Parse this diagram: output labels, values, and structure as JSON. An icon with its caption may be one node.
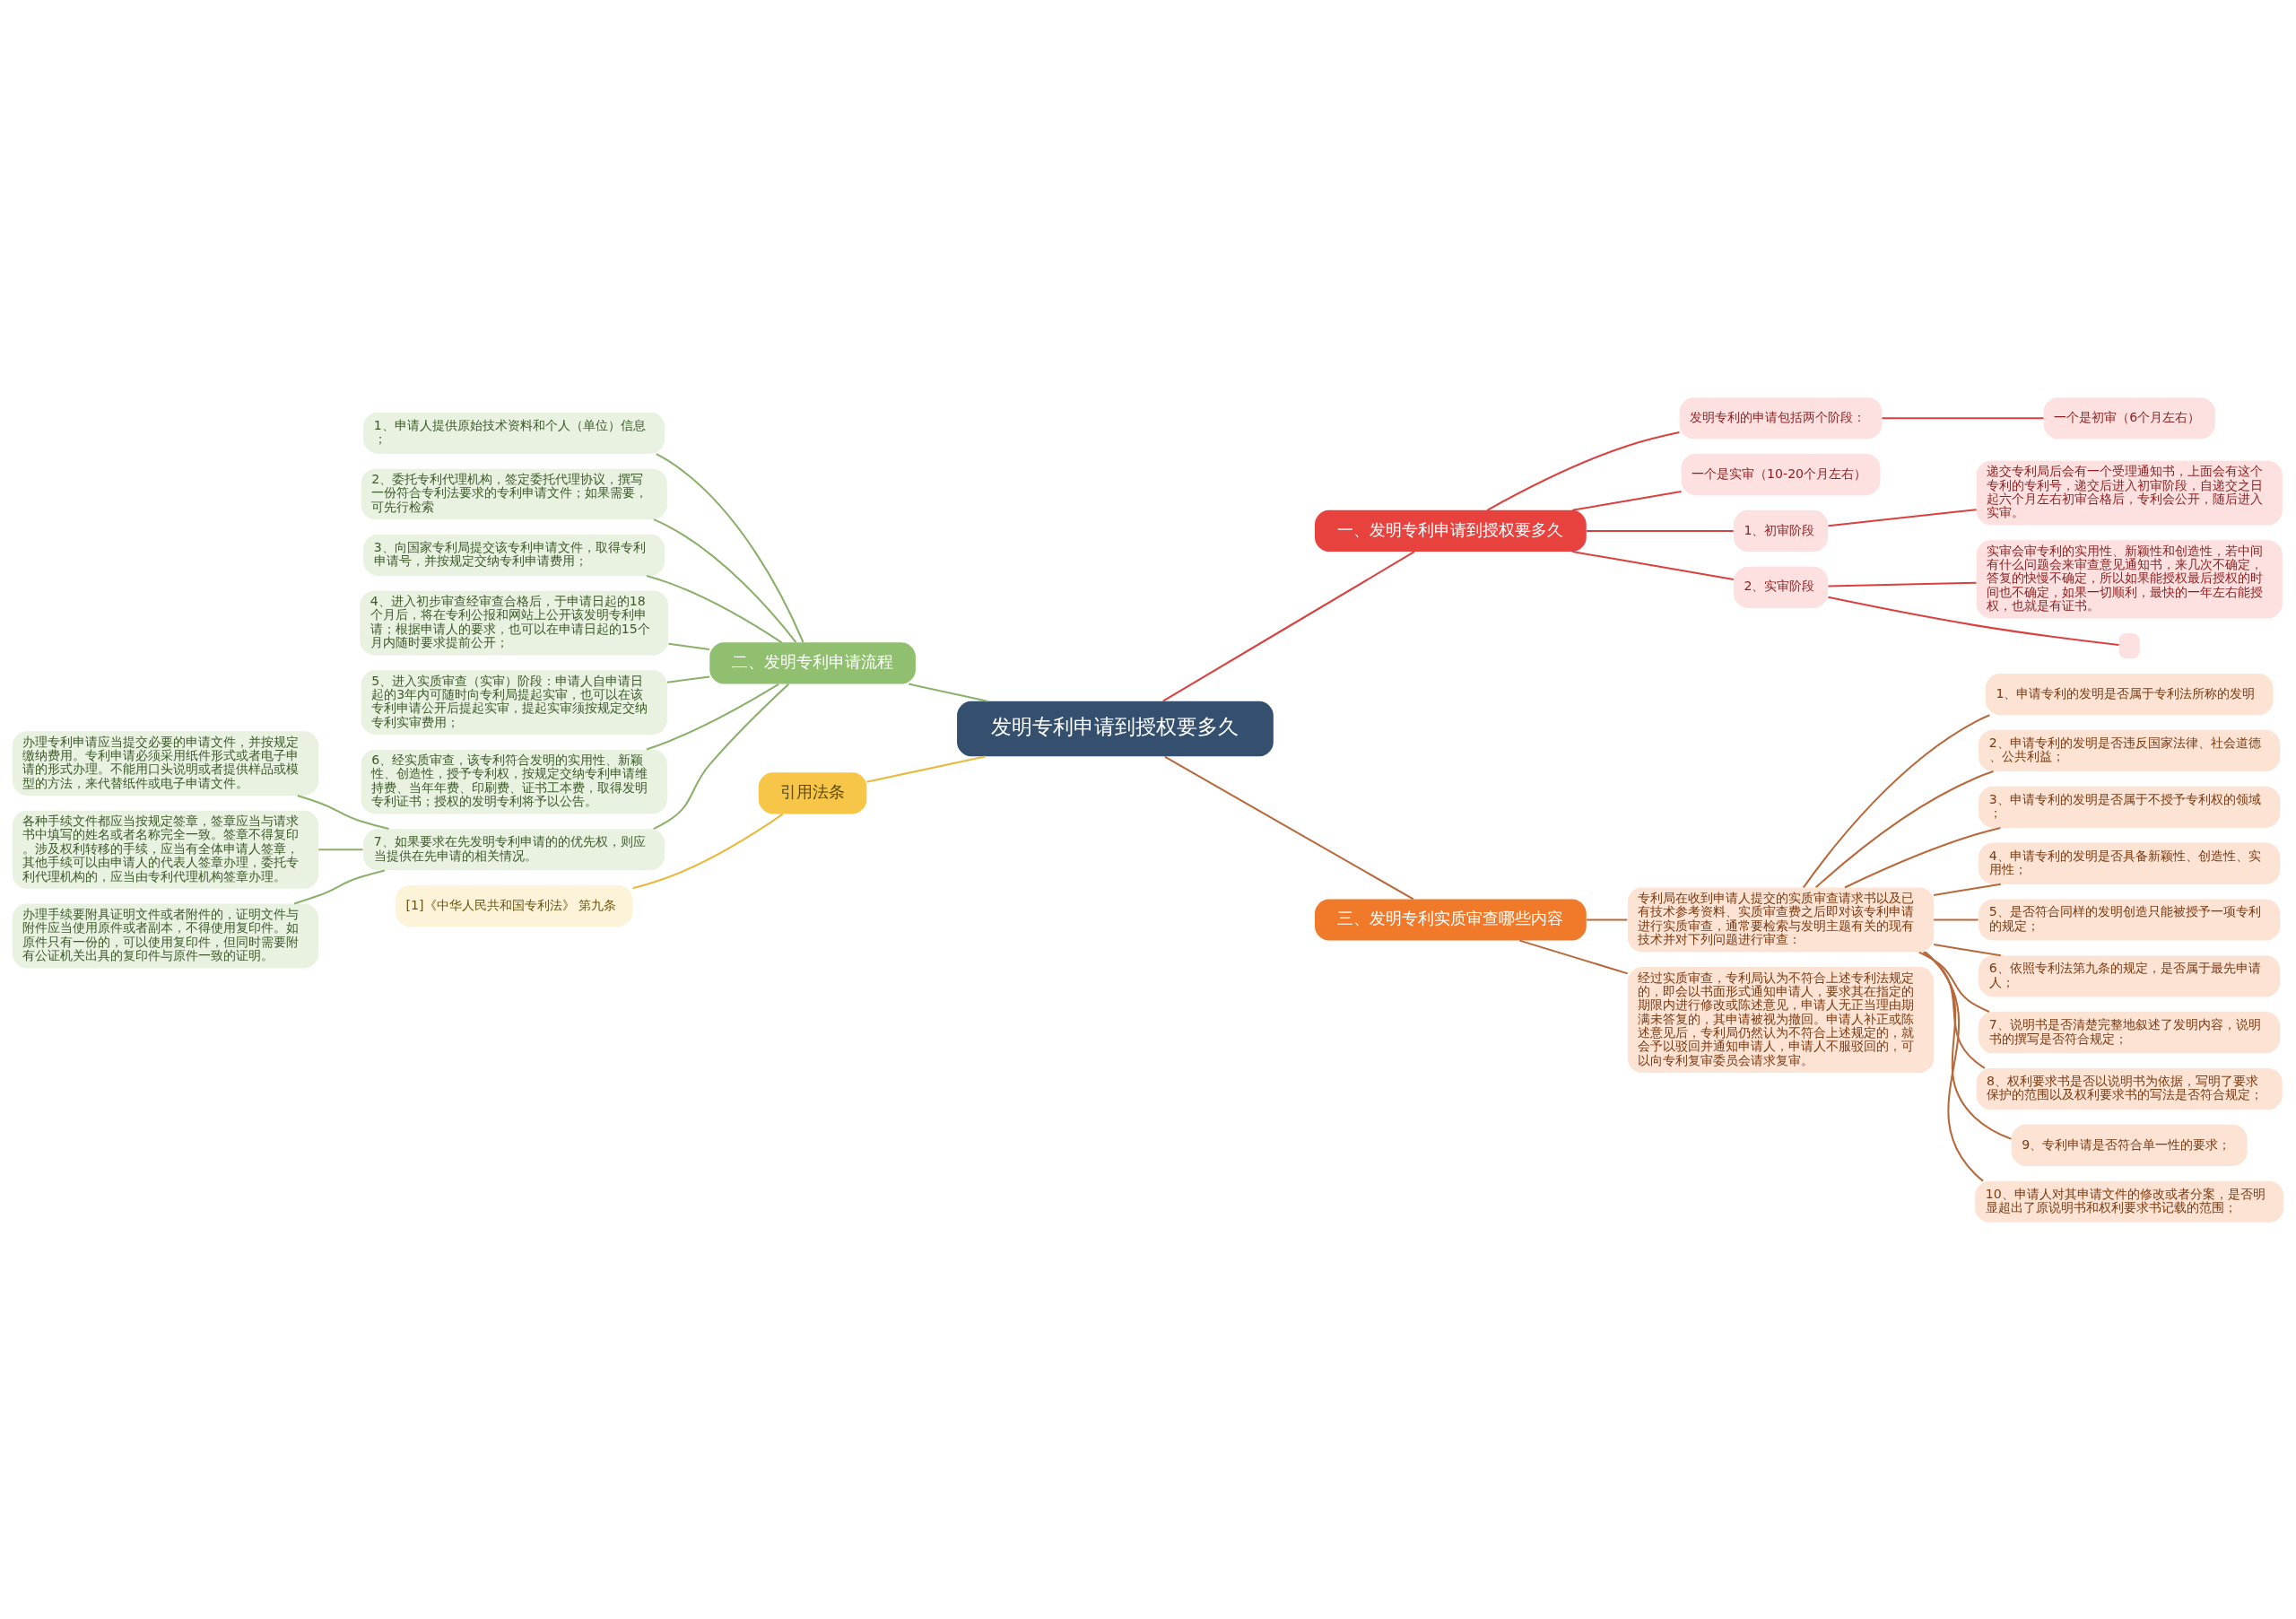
{
  "diagram": {
    "nodes": [
      {
        "text": [
          "发明专利申请到授权要多久"
        ]
      },
      {
        "text": [
          "一、发明专利申请到授权要多久"
        ]
      },
      {
        "text": [
          "发明专利的申请包括两个阶段："
        ]
      },
      {
        "text": [
          "一个是初审（6个月左右）"
        ]
      },
      {
        "text": [
          "一个是实审（10-20个月左右）"
        ]
      },
      {
        "text": [
          "1、初审阶段"
        ]
      },
      {
        "text": [
          "递交专利局后会有一个受理通知书，上面会有这个专利的专利号，递交后进入初审阶段，自递交之日起六个月左右初审合格后，专利会公开，随后进入实审。"
        ]
      },
      {
        "text": [
          "2、实审阶段"
        ]
      },
      {
        "text": [
          "实审会审专利的实用性、新颖性和创造性，若中间有什么问题会来审查意见通知书，来几次不确定，答复的快慢不确定，所以如果能授权最后授权的时间也不确定，如果一切顺利，最快的一年左右能授权，也就是有证书。"
        ]
      },
      {
        "text": [],
        "shape": "box"
      },
      {
        "text": [
          "二、发明专利申请流程"
        ]
      },
      {
        "text": [
          "1、申请人提供原始技术资料和个人（单位）信息；"
        ]
      },
      {
        "text": [
          "2、委托专利代理机构，签定委托代理协议，撰写一份符合专利法要求的专利申请文件；如果需要，可先行检索"
        ]
      },
      {
        "text": [
          "3、向国家专利局提交该专利申请文件，取得专利申请号，并按规定交纳专利申请费用；"
        ]
      },
      {
        "text": [
          "4、进入初步审查经审查合格后，于申请日起的18个月后，将在专利公报和网站上公开该发明专利申请；根据申请人的要求，也可以在申请日起的15个月内随时要求提前公开；"
        ]
      },
      {
        "text": [
          "5、进入实质审查（实审）阶段：申请人自申请日起的3年内可随时向专利局提起实审，也可以在该专利申请公开后提起实审，提起实审须按规定交纳专利实审费用；"
        ]
      },
      {
        "text": [
          "6、经实质审查，该专利符合发明的实用性、新颖性、创造性，授予专利权，按规定交纳专利申请维持费、当年年费、印刷费、证书工本费，取得发明专利证书；授权的发明专利将予以公告。"
        ]
      },
      {
        "text": [
          "7、如果要求在先发明专利申请的的优先权，则应当提供在先申请的相关情况。"
        ]
      },
      {
        "text": [
          "办理专利申请应当提交必要的申请文件，并按规定缴纳费用。专利申请必须采用纸件形式或者电子申请的形式办理。不能用口头说明或者提供样品或模型的方法，来代替纸件或电子申请文件。"
        ]
      },
      {
        "text": [
          "各种手续文件都应当按规定签章，签章应当与请求书中填写的姓名或者名称完全一致。签章不得复印。涉及权利转移的手续，应当有全体申请人签章，其他手续可以由申请人的代表人签章办理，委托专利代理机构的，应当由专利代理机构签章办理。"
        ]
      },
      {
        "text": [
          "办理手续要附具证明文件或者附件的，证明文件与附件应当使用原件或者副本，不得使用复印件。如原件只有一份的，可以使用复印件，但同时需要附有公证机关出具的复印件与原件一致的证明。"
        ]
      },
      {
        "text": [
          "三、发明专利实质审查哪些内容"
        ]
      },
      {
        "text": [
          "专利局在收到申请人提交的实质审查请求书以及已有技术参考资料、实质审查费之后即对该专利申请进行实质审查，通常要检索与发明主题有关的现有技术并对下列问题进行审查："
        ]
      },
      {
        "text": [
          "1、申请专利的发明是否属于专利法所称的发明"
        ]
      },
      {
        "text": [
          "2、申请专利的发明是否违反国家法律、社会道德、公共利益；"
        ]
      },
      {
        "text": [
          "3、申请专利的发明是否属于不授予专利权的领域；"
        ]
      },
      {
        "text": [
          "4、申请专利的发明是否具备新颖性、创造性、实用性；"
        ]
      },
      {
        "text": [
          "5、是否符合同样的发明创造只能被授予一项专利的规定；"
        ]
      },
      {
        "text": [
          "6、依照专利法第九条的规定，是否属于最先申请人；"
        ]
      },
      {
        "text": [
          "7、说明书是否清楚完整地叙述了发明内容，说明书的撰写是否符合规定；"
        ]
      },
      {
        "text": [
          "8、权利要求书是否以说明书为依据，写明了要求保护的范围以及权利要求书的写法是否符合规定；"
        ]
      },
      {
        "text": [
          "9、专利申请是否符合单一性的要求；"
        ]
      },
      {
        "text": [
          "10、申请人对其申请文件的修改或者分案，是否明显超出了原说明书和权利要求书记载的范围；"
        ]
      },
      {
        "text": [
          "经过实质审查，专利局认为不符合上述专利法规定的，即会以书面形式通知申请人，要求其在指定的期限内进行修改或陈述意见，申请人无正当理由期满未答复的，其申请被视为撤回。申请人补正或陈述意见后，专利局仍然认为不符合上述规定的，就会予以驳回并通知申请人，申请人不服驳回的，可以向专利复审委员会请求复审。"
        ]
      },
      {
        "text": [
          "引用法条"
        ]
      },
      {
        "text": [
          "[1]《中华人民共和国专利法》 第九条"
        ]
      }
    ],
    "edges": [
      {
        "from": 0,
        "to": 1,
        "arrow": "none",
        "color": "#d9413f"
      },
      {
        "from": 1,
        "to": 2,
        "arrow": "none",
        "color": "#d9413f"
      },
      {
        "from": 2,
        "to": 3,
        "arrow": "none",
        "color": "#d9413f"
      },
      {
        "from": 1,
        "to": 4,
        "arrow": "none",
        "color": "#d9413f"
      },
      {
        "from": 1,
        "to": 5,
        "arrow": "none",
        "color": "#d9413f"
      },
      {
        "from": 5,
        "to": 6,
        "arrow": "none",
        "color": "#d9413f"
      },
      {
        "from": 1,
        "to": 7,
        "arrow": "none",
        "color": "#d9413f"
      },
      {
        "from": 7,
        "to": 8,
        "arrow": "none",
        "color": "#d9413f"
      },
      {
        "from": 7,
        "to": 9,
        "arrow": "none",
        "color": "#d9413f"
      },
      {
        "from": 0,
        "to": 10,
        "arrow": "none",
        "color": "#8ab06a"
      },
      {
        "from": 10,
        "to": 11,
        "arrow": "none",
        "color": "#8ab06a"
      },
      {
        "from": 10,
        "to": 12,
        "arrow": "none",
        "color": "#8ab06a"
      },
      {
        "from": 10,
        "to": 13,
        "arrow": "none",
        "color": "#8ab06a"
      },
      {
        "from": 10,
        "to": 14,
        "arrow": "none",
        "color": "#8ab06a"
      },
      {
        "from": 10,
        "to": 15,
        "arrow": "none",
        "color": "#8ab06a"
      },
      {
        "from": 10,
        "to": 16,
        "arrow": "none",
        "color": "#8ab06a"
      },
      {
        "from": 10,
        "to": 17,
        "arrow": "none",
        "color": "#8ab06a"
      },
      {
        "from": 17,
        "to": 18,
        "arrow": "none",
        "color": "#8ab06a"
      },
      {
        "from": 17,
        "to": 19,
        "arrow": "none",
        "color": "#8ab06a"
      },
      {
        "from": 17,
        "to": 20,
        "arrow": "none",
        "color": "#8ab06a"
      },
      {
        "from": 0,
        "to": 21,
        "arrow": "none"
      },
      {
        "from": 21,
        "to": 22,
        "arrow": "none"
      },
      {
        "from": 22,
        "to": 23,
        "arrow": "none"
      },
      {
        "from": 22,
        "to": 24,
        "arrow": "none"
      },
      {
        "from": 22,
        "to": 25,
        "arrow": "none"
      },
      {
        "from": 22,
        "to": 26,
        "arrow": "none"
      },
      {
        "from": 22,
        "to": 27,
        "arrow": "none"
      },
      {
        "from": 22,
        "to": 28,
        "arrow": "none"
      },
      {
        "from": 22,
        "to": 29,
        "arrow": "none"
      },
      {
        "from": 22,
        "to": 30,
        "arrow": "none"
      },
      {
        "from": 22,
        "to": 31,
        "arrow": "none"
      },
      {
        "from": 22,
        "to": 32,
        "arrow": "none"
      },
      {
        "from": 21,
        "to": 33,
        "arrow": "none"
      },
      {
        "from": 0,
        "to": 34,
        "arrow": "none",
        "color": "#e8b93c"
      },
      {
        "from": 34,
        "to": 35,
        "arrow": "none",
        "color": "#e8b93c"
      }
    ]
  }
}
